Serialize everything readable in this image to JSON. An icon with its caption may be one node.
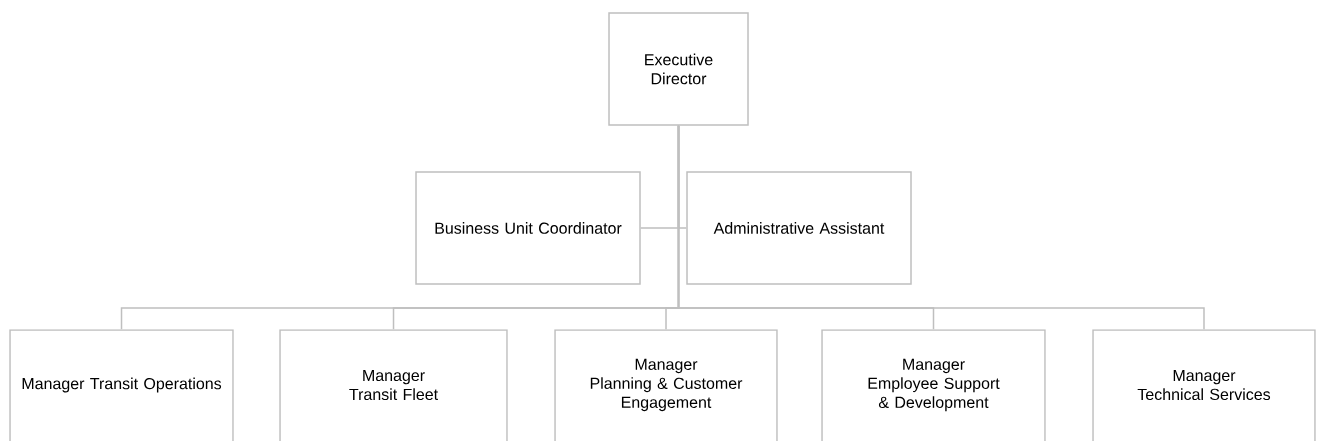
{
  "diagram": {
    "nodes": [
      {
        "text": [
          "Executive Director"
        ]
      },
      {
        "text": [
          "Business Unit Coordinator"
        ]
      },
      {
        "text": [
          "Administrative Assistant"
        ]
      },
      {
        "text": [
          "Manager Transit Operations"
        ]
      },
      {
        "text": [
          "Manager",
          "Transit Fleet"
        ]
      },
      {
        "text": [
          "Manager",
          "Planning & Customer Engagement"
        ]
      },
      {
        "text": [
          "Manager",
          "Employee Support & Development"
        ]
      },
      {
        "text": [
          "Manager",
          "Technical Services"
        ]
      }
    ],
    "edges": [
      {
        "from": 0,
        "to": 1,
        "arrow": "none"
      },
      {
        "from": 0,
        "to": 2,
        "arrow": "none"
      },
      {
        "from": 0,
        "to": 3,
        "arrow": "none"
      },
      {
        "from": 0,
        "to": 4,
        "arrow": "none"
      },
      {
        "from": 0,
        "to": 5,
        "arrow": "none"
      },
      {
        "from": 0,
        "to": 6,
        "arrow": "none"
      },
      {
        "from": 0,
        "to": 7,
        "arrow": "none"
      }
    ]
  }
}
